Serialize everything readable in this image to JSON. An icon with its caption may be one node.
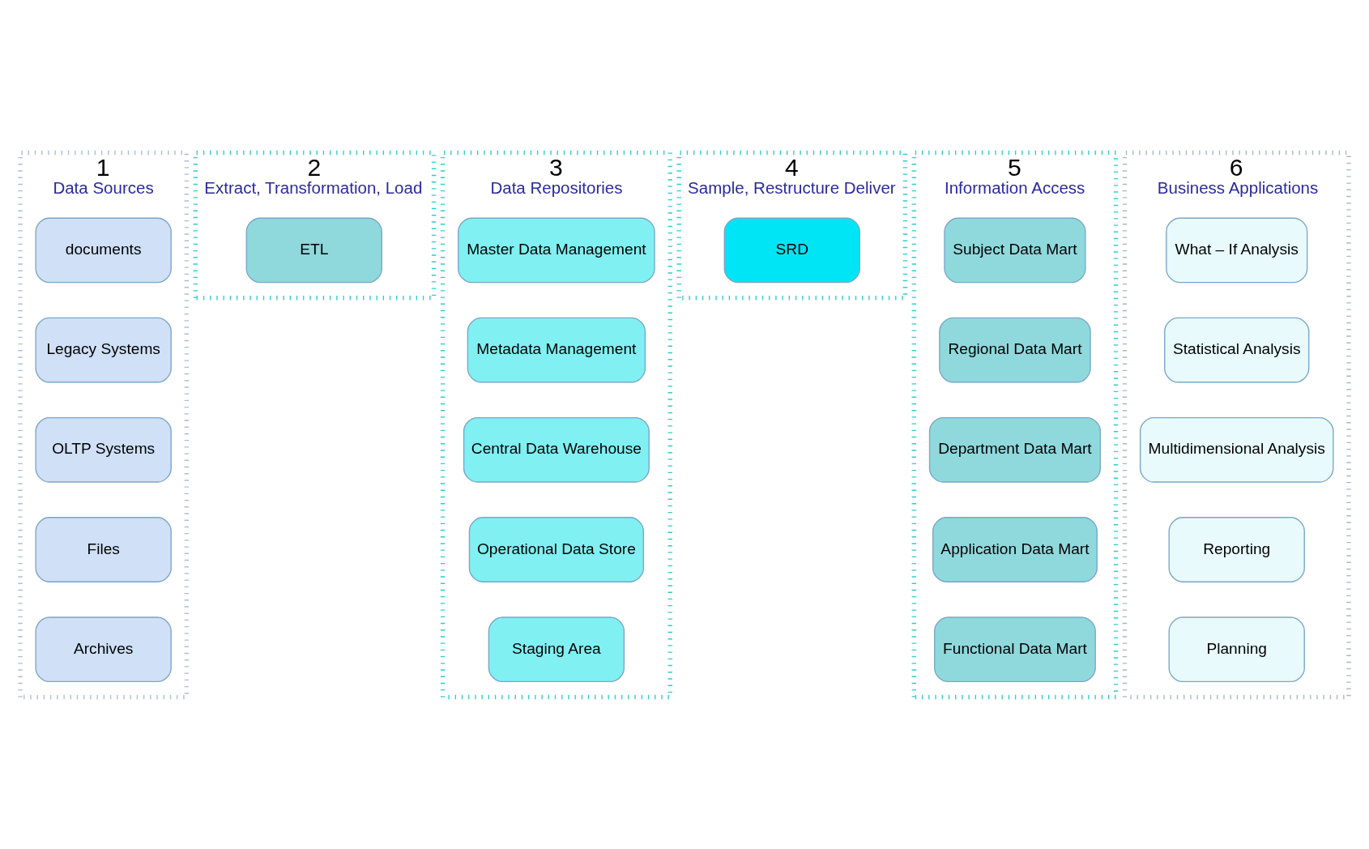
{
  "diagram": {
    "nodes": [
      {
        "text": [
          "1",
          "Data Sources"
        ]
      },
      {
        "text": [
          "documents"
        ],
        "in": 0
      },
      {
        "text": [
          "Legacy Systems"
        ],
        "in": 0
      },
      {
        "text": [
          "OLTP Systems"
        ],
        "in": 0
      },
      {
        "text": [
          "Files"
        ],
        "in": 0
      },
      {
        "text": [
          "Archives"
        ],
        "in": 0
      },
      {
        "text": [
          "2",
          "Extract, Transformation, Load"
        ]
      },
      {
        "text": [
          "ETL"
        ],
        "in": 6
      },
      {
        "text": [
          "3",
          "Data Repositories"
        ]
      },
      {
        "text": [
          "Master Data Management"
        ],
        "in": 8
      },
      {
        "text": [
          "Metadata Management"
        ],
        "in": 8
      },
      {
        "text": [
          "Central Data Warehouse"
        ],
        "in": 8
      },
      {
        "text": [
          "Operational Data Store"
        ],
        "in": 8
      },
      {
        "text": [
          "Staging Area"
        ],
        "in": 8
      },
      {
        "text": [
          "4",
          "Sample, Restructure Deliver"
        ]
      },
      {
        "text": [
          "SRD"
        ],
        "in": 14
      },
      {
        "text": [
          "5",
          "Information Access"
        ]
      },
      {
        "text": [
          "Subject Data Mart"
        ],
        "in": 16
      },
      {
        "text": [
          "Regional Data Mart"
        ],
        "in": 16
      },
      {
        "text": [
          "Department Data Mart"
        ],
        "in": 16
      },
      {
        "text": [
          "Application Data Mart"
        ],
        "in": 16
      },
      {
        "text": [
          "Functional Data Mart"
        ],
        "in": 16
      },
      {
        "text": [
          "6",
          "Business Applications"
        ]
      },
      {
        "text": [
          "What – If Analysis"
        ],
        "in": 22
      },
      {
        "text": [
          "Statistical Analysis"
        ],
        "in": 22
      },
      {
        "text": [
          "Multidimensional Analysis"
        ],
        "in": 22
      },
      {
        "text": [
          "Reporting"
        ],
        "in": 22
      },
      {
        "text": [
          "Planning"
        ],
        "in": 22
      }
    ],
    "edges": []
  }
}
